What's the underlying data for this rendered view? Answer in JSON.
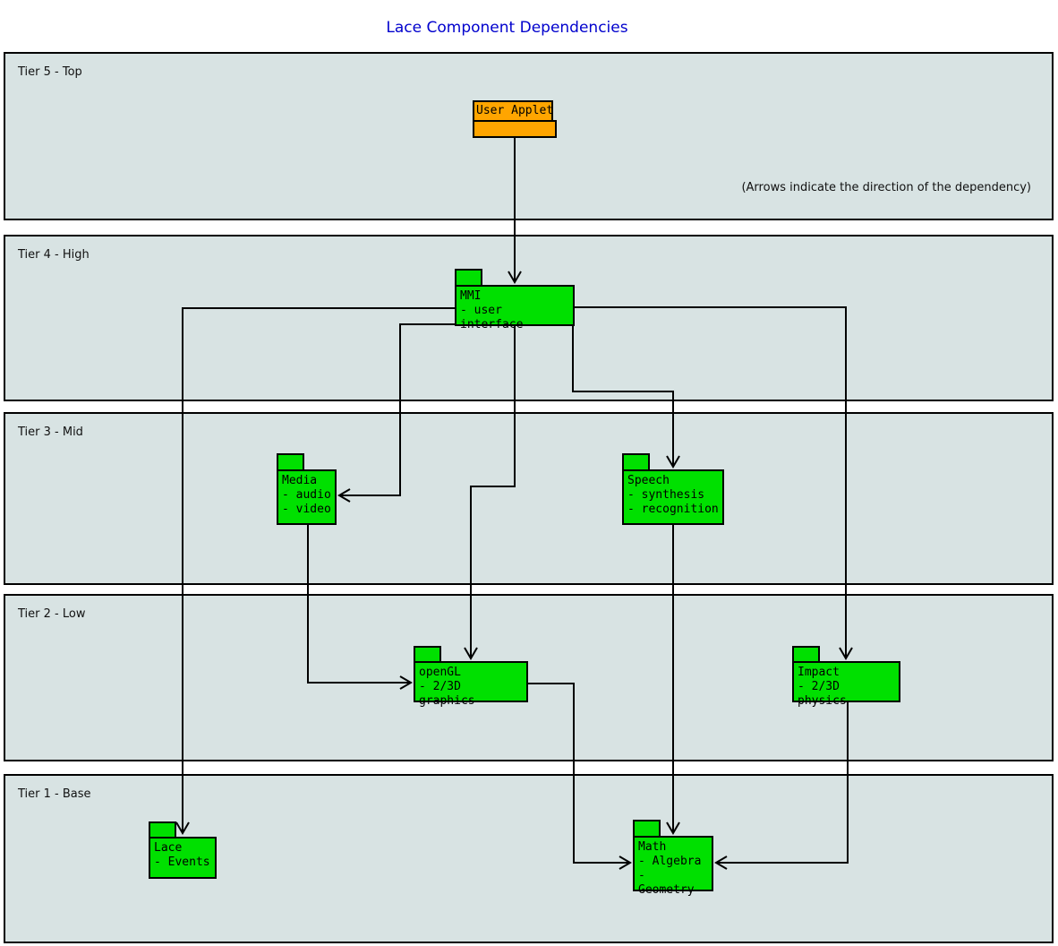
{
  "title": "Lace Component Dependencies",
  "note": "(Arrows indicate the direction of the dependency)",
  "colors": {
    "tier_band_fill": "#d8e3e3",
    "component_green": "#00e000",
    "applet_orange": "#ffa500",
    "title_blue": "#0000cd",
    "line_black": "#000000"
  },
  "tiers": [
    {
      "label": "Tier 5 - Top"
    },
    {
      "label": "Tier 4 - High"
    },
    {
      "label": "Tier 3 - Mid"
    },
    {
      "label": "Tier 2 - Low"
    },
    {
      "label": "Tier 1 - Base"
    }
  ],
  "components": {
    "user_applet": {
      "title": "User Applet",
      "lines": []
    },
    "mmi": {
      "title": "MMI",
      "lines": [
        "- user interface"
      ]
    },
    "media": {
      "title": "Media",
      "lines": [
        "- audio",
        "- video"
      ]
    },
    "speech": {
      "title": "Speech",
      "lines": [
        "- synthesis",
        "- recognition"
      ]
    },
    "opengl": {
      "title": "openGL",
      "lines": [
        "- 2/3D graphics"
      ]
    },
    "impact": {
      "title": "Impact",
      "lines": [
        "- 2/3D physics"
      ]
    },
    "lace": {
      "title": "Lace",
      "lines": [
        "- Events"
      ]
    },
    "math": {
      "title": "Math",
      "lines": [
        "- Algebra",
        "- Geometry"
      ]
    }
  },
  "edges": [
    {
      "from": "User Applet",
      "to": "MMI"
    },
    {
      "from": "MMI",
      "to": "Lace"
    },
    {
      "from": "MMI",
      "to": "Media"
    },
    {
      "from": "MMI",
      "to": "openGL"
    },
    {
      "from": "MMI",
      "to": "Speech"
    },
    {
      "from": "MMI",
      "to": "Impact"
    },
    {
      "from": "Media",
      "to": "openGL"
    },
    {
      "from": "openGL",
      "to": "Math"
    },
    {
      "from": "Speech",
      "to": "Math"
    },
    {
      "from": "Impact",
      "to": "Math"
    }
  ]
}
